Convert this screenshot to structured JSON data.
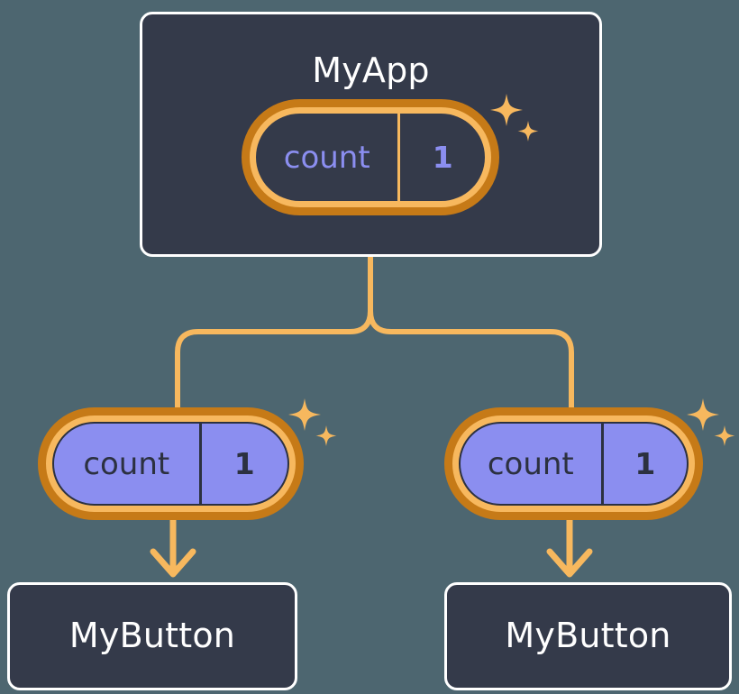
{
  "diagram": {
    "type": "component-tree",
    "background_color": "#4d6670",
    "accent_orange": "#f7b85e",
    "accent_orange_dark": "#c67a17",
    "signal_purple": "#8b8ef0",
    "box_fill": "#343a4a",
    "box_border": "#ffffff"
  },
  "nodes": {
    "root": {
      "title": "MyApp",
      "signal": {
        "name": "count",
        "value": "1",
        "style": "dark"
      },
      "sparkles": [
        "sparkle-large",
        "sparkle-small"
      ]
    },
    "children": [
      {
        "signal": {
          "name": "count",
          "value": "1",
          "style": "purple"
        },
        "title": "MyButton",
        "sparkles": [
          "sparkle-large",
          "sparkle-small"
        ]
      },
      {
        "signal": {
          "name": "count",
          "value": "1",
          "style": "purple"
        },
        "title": "MyButton",
        "sparkles": [
          "sparkle-large",
          "sparkle-small"
        ]
      }
    ]
  },
  "connectors": {
    "trunk_label": "signal-flow-trunk",
    "arrow_label": "signal-flow-arrow",
    "color": "#f7b85e",
    "stroke_width": 6
  }
}
